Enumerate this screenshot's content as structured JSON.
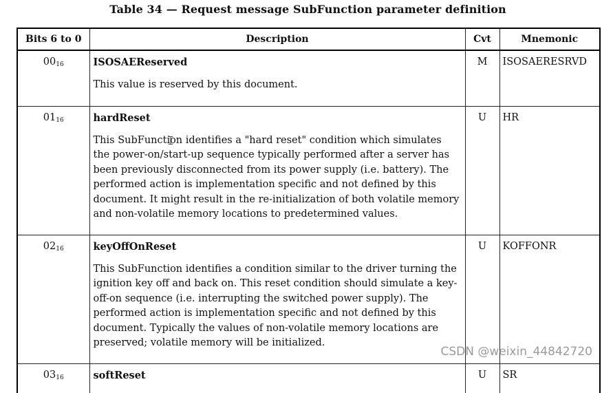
{
  "title": "Table 34 — Request message SubFunction parameter definition",
  "headers": {
    "bits": "Bits 6 to 0",
    "description": "Description",
    "cvt": "Cvt",
    "mnemonic": "Mnemonic"
  },
  "subscript": "16",
  "rows": [
    {
      "bits": "00",
      "name": "ISOSAEReserved",
      "text": "This value is reserved by this document.",
      "cvt": "M",
      "mnemonic": "ISOSAERESRVD"
    },
    {
      "bits": "01",
      "name": "hardReset",
      "text": "This SubFunction identifies a \"hard reset\" condition which simulates the power-on/start-up sequence typically performed after a server has been previously disconnected from its power supply (i.e. battery). The performed action is implementation specific and not defined by this document. It might result in the re-initialization of both volatile memory and non-volatile memory locations to predetermined values.",
      "cvt": "U",
      "mnemonic": "HR"
    },
    {
      "bits": "02",
      "name": "keyOffOnReset",
      "text": "This SubFunction identifies a condition similar to the driver turning the ignition key off and back on. This reset condition should simulate a key-off-on sequence (i.e. interrupting the switched power supply). The performed action is implementation specific and not defined by this document. Typically the values of non-volatile memory locations are preserved; volatile memory will be initialized.",
      "cvt": "U",
      "mnemonic": "KOFFONR"
    },
    {
      "bits": "03",
      "name": "softReset",
      "text": "",
      "cvt": "U",
      "mnemonic": "SR"
    }
  ],
  "watermark": "CSDN @weixin_44842720"
}
